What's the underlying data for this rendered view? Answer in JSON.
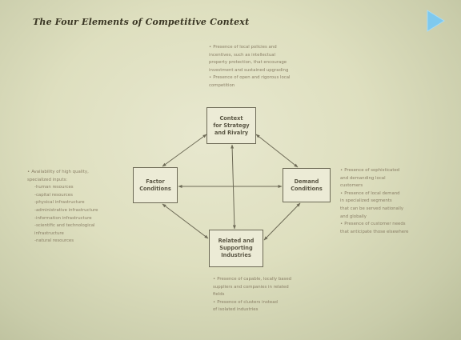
{
  "title": "The Four Elements of Competitive Context",
  "play_button": {
    "icon": "play-triangle-icon",
    "color": "#7ec9ee"
  },
  "boxes": {
    "context": "Context\nfor Strategy\nand Rivalry",
    "factor": "Factor\nConditions",
    "demand": "Demand\nConditions",
    "related": "Related and\nSupporting\nIndustries"
  },
  "notes": {
    "top": [
      "Presence of local policies and\nincentives, such as intellectual\nproperty protection, that encourage\ninvestment and sustained upgrading",
      "Presence of open and rigorous local\ncompetition"
    ],
    "left": {
      "header": "Availability of high quality,\nspecialized inputs:",
      "items": [
        "-human resources",
        "-capital resources",
        "-physical infrastructure",
        "-administrative infrastructure",
        "-information infrastructure",
        "-scientific and technological\n infrastructure",
        "-natural resources"
      ]
    },
    "right": [
      "Presence of sophisticated\nand demanding local\ncustomers",
      "Presence of local demand\nin specialized segments\nthat can be served nationally\nand globally",
      "Presence of customer needs\nthat anticipate those elsewhere"
    ],
    "bottom": [
      "Presence of capable, locally based\nsuppliers and companies in related\nfields",
      "Presence of clusters instead\nof isolated industries"
    ]
  },
  "colors": {
    "background": "#dedfbf",
    "box_border": "#6d6a56",
    "text": "#5a5644",
    "arrow": "#6d6a56"
  }
}
